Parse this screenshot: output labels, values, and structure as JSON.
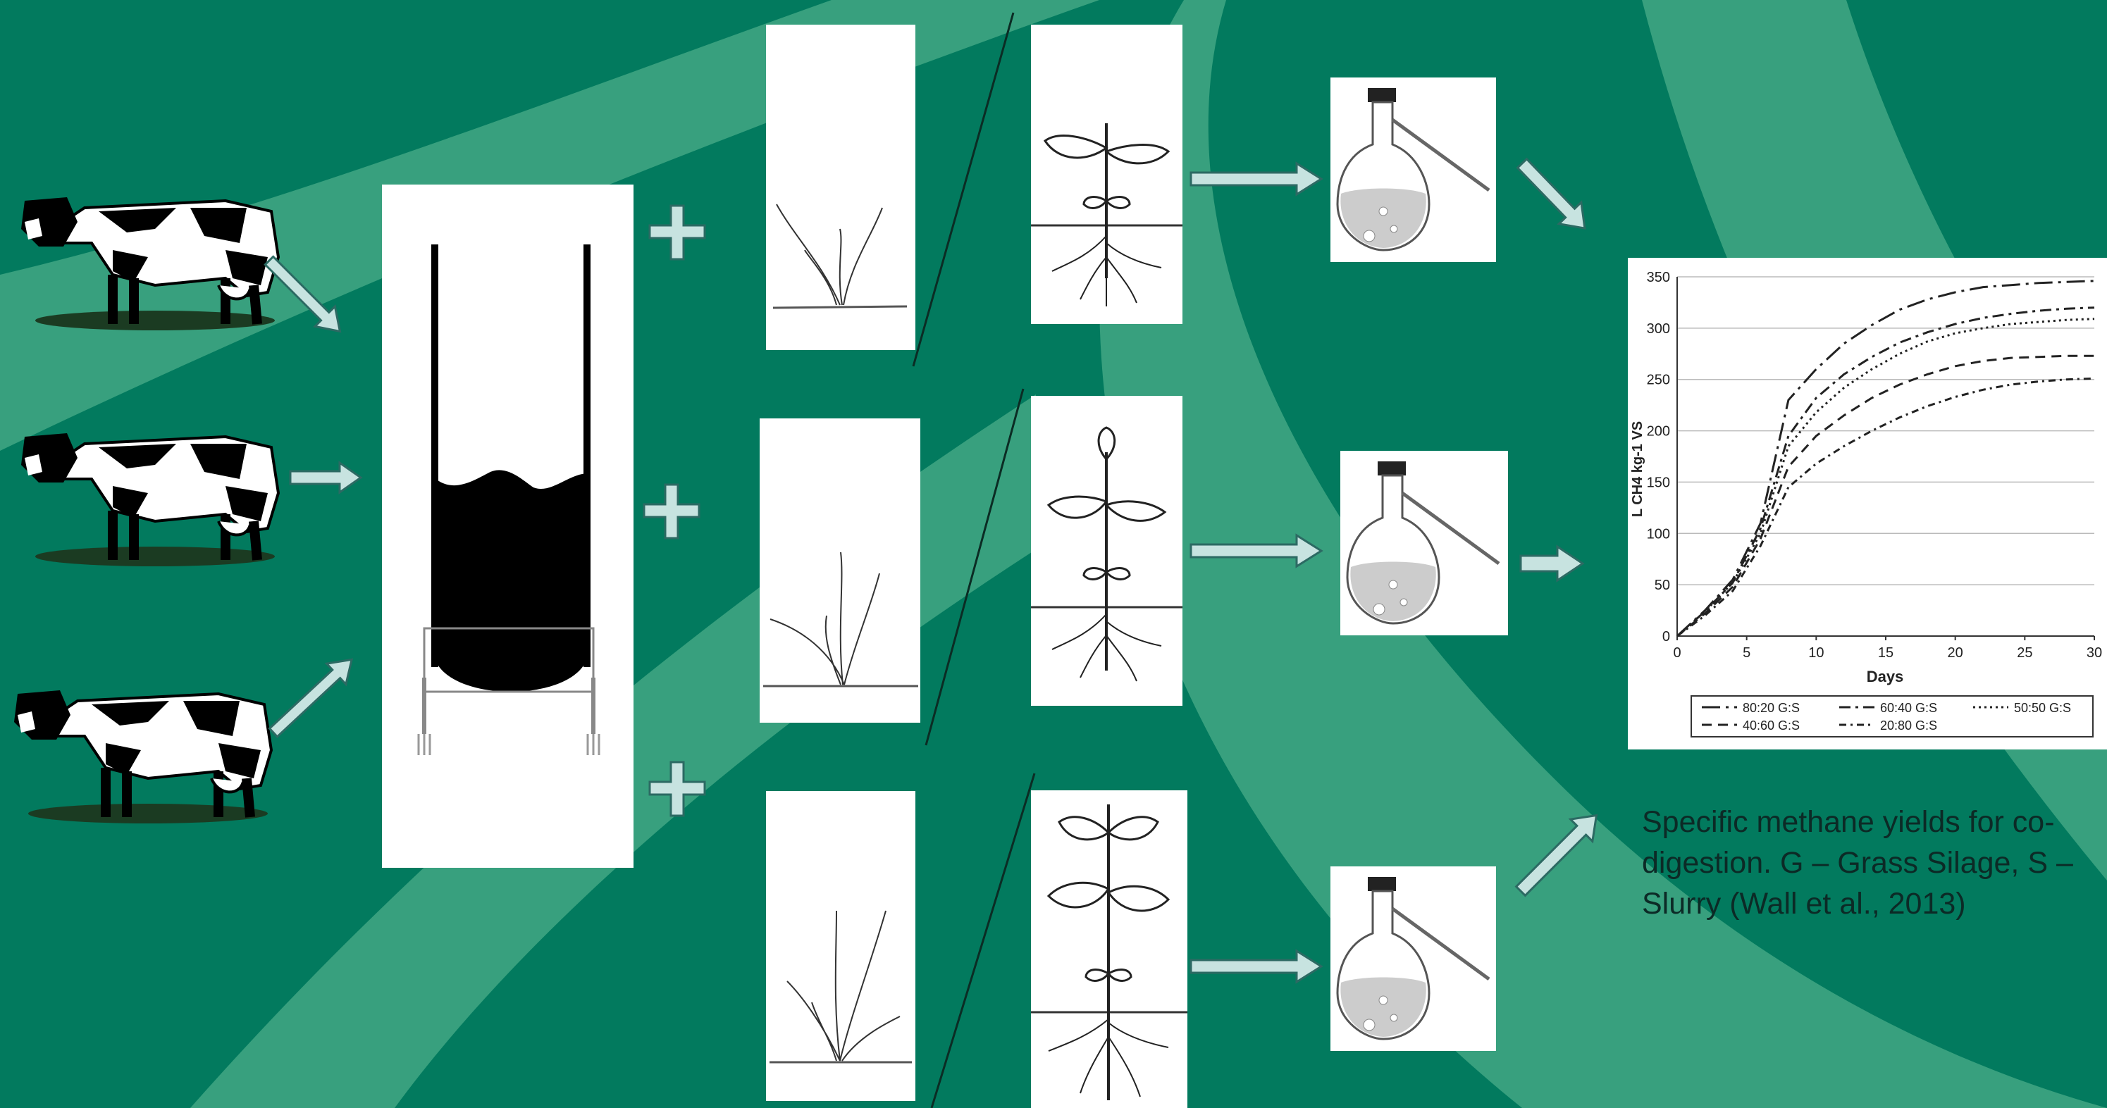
{
  "colors": {
    "background": "#027a5e",
    "band": "#38a07e",
    "arrow_fill": "#c7e3e0",
    "arrow_stroke": "#2c6a63"
  },
  "caption": "Specific methane yields for co-digestion. G – Grass Silage, S – Slurry (Wall et al., 2013)",
  "icons": [
    "cow-icon",
    "digester-tank-icon",
    "plus-icon",
    "grass-seedling-icon",
    "plant-with-roots-icon",
    "flask-icon",
    "arrow-icon"
  ],
  "chart_data": {
    "type": "line",
    "xlabel": "Days",
    "ylabel": "L CH4 kg-1 VS",
    "xlim": [
      0,
      30
    ],
    "ylim": [
      0,
      350
    ],
    "x_ticks": [
      "0",
      "5",
      "10",
      "15",
      "20",
      "25",
      "30"
    ],
    "y_ticks": [
      "0",
      "50",
      "100",
      "150",
      "200",
      "250",
      "300",
      "350"
    ],
    "grid": true,
    "legend_position": "bottom",
    "x": [
      0,
      2,
      4,
      6,
      8,
      10,
      12,
      14,
      16,
      18,
      20,
      22,
      24,
      26,
      28,
      30
    ],
    "series": [
      {
        "name": "80:20 G:S",
        "values": [
          0,
          25,
          55,
          110,
          230,
          260,
          285,
          303,
          318,
          328,
          335,
          340,
          342,
          344,
          345,
          346
        ],
        "dash": "26 8 4 8"
      },
      {
        "name": "60:40 G:S",
        "values": [
          0,
          24,
          52,
          105,
          195,
          232,
          255,
          272,
          286,
          296,
          304,
          310,
          314,
          317,
          319,
          320
        ],
        "dash": "16 7 4 7"
      },
      {
        "name": "50:50 G:S",
        "values": [
          0,
          24,
          52,
          100,
          185,
          218,
          242,
          260,
          275,
          287,
          295,
          300,
          304,
          306,
          308,
          309
        ],
        "dash": "3 5"
      },
      {
        "name": "40:60 G:S",
        "values": [
          0,
          22,
          48,
          95,
          165,
          195,
          215,
          232,
          245,
          255,
          263,
          268,
          271,
          272,
          273,
          273
        ],
        "dash": "14 9"
      },
      {
        "name": "20:80 G:S",
        "values": [
          0,
          20,
          44,
          88,
          145,
          168,
          185,
          200,
          213,
          224,
          233,
          240,
          245,
          248,
          250,
          251
        ],
        "dash": "10 6 3 6"
      }
    ]
  }
}
